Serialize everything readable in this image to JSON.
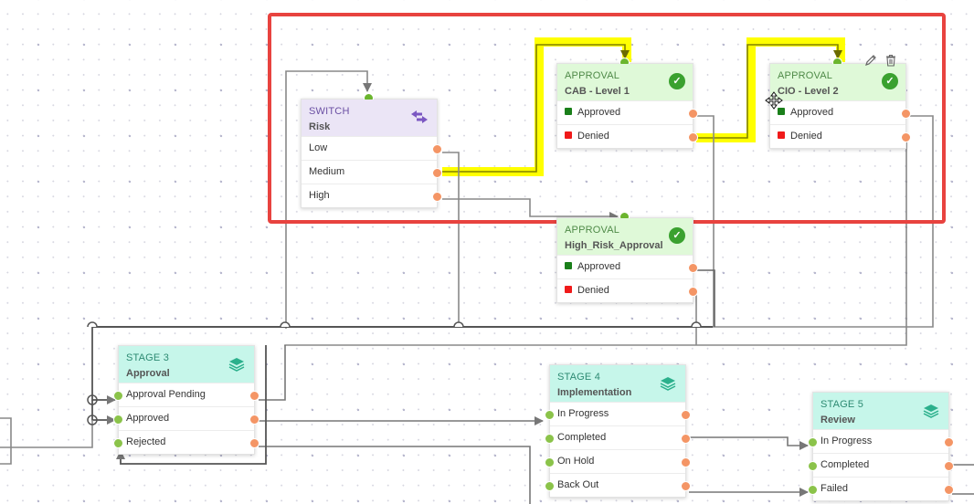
{
  "canvas": {
    "background": "dotted-grid",
    "selection_box_color": "#e8433f",
    "highlight_color": "#ffff00"
  },
  "nodes": {
    "switch_risk": {
      "type": "SWITCH",
      "title": "Risk",
      "icon": "swap-arrows-icon",
      "outputs": [
        "Low",
        "Medium",
        "High"
      ]
    },
    "approval_cab": {
      "type": "APPROVAL",
      "title": "CAB - Level 1",
      "status_icon": "check-circle-icon",
      "outputs": [
        {
          "label": "Approved",
          "color": "#1a7f1a"
        },
        {
          "label": "Denied",
          "color": "#f01a1a"
        }
      ]
    },
    "approval_cio": {
      "type": "APPROVAL",
      "title": "CIO - Level 2",
      "status_icon": "check-circle-icon",
      "tools": [
        "edit-pencil-icon",
        "delete-trash-icon"
      ],
      "outputs": [
        {
          "label": "Approved",
          "color": "#1a7f1a"
        },
        {
          "label": "Denied",
          "color": "#f01a1a"
        }
      ]
    },
    "approval_high_risk": {
      "type": "APPROVAL",
      "title": "High_Risk_Approval",
      "status_icon": "check-circle-icon",
      "outputs": [
        {
          "label": "Approved",
          "color": "#1a7f1a"
        },
        {
          "label": "Denied",
          "color": "#f01a1a"
        }
      ]
    },
    "stage3": {
      "type": "STAGE 3",
      "title": "Approval",
      "icon": "layers-icon",
      "rows": [
        "Approval Pending",
        "Approved",
        "Rejected"
      ]
    },
    "stage4": {
      "type": "STAGE 4",
      "title": "Implementation",
      "icon": "layers-icon",
      "rows": [
        "In Progress",
        "Completed",
        "On Hold",
        "Back Out"
      ]
    },
    "stage5": {
      "type": "STAGE 5",
      "title": "Review",
      "icon": "layers-icon",
      "rows": [
        "In Progress",
        "Completed",
        "Failed"
      ]
    }
  },
  "glyphs": {
    "check": "✓",
    "pencil": "✎",
    "move": "✥"
  }
}
